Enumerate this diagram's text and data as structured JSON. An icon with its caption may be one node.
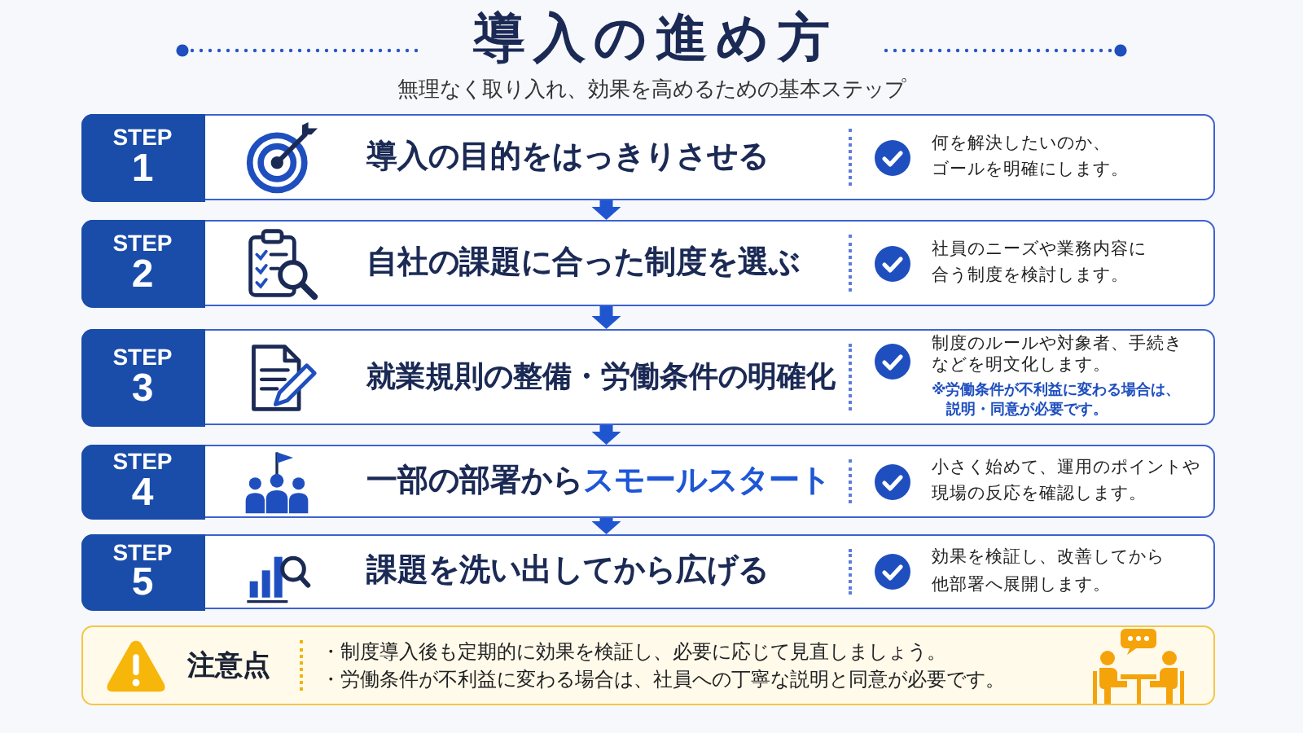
{
  "diagram": {
    "title": "導入の進め方",
    "nodes": [
      {
        "text": [
          "導入の目的をはっきりさせる",
          "何を解決したいのか、ゴールを明確にします。"
        ]
      },
      {
        "text": [
          "STEP",
          "1"
        ],
        "in": 0
      },
      {
        "text": [
          "自社の課題に合った制度を選ぶ",
          "社員のニーズや業務内容に合う制度を検討します。"
        ]
      },
      {
        "text": [
          "STEP",
          "2"
        ],
        "in": 2
      },
      {
        "text": [
          "就業規則の整備・労働条件の明確化",
          "制度のルールや対象者、手続きなどを明文化します。",
          "※労働条件が不利益に変わる場合は、説明・同意が必要です。"
        ]
      },
      {
        "text": [
          "STEP",
          "3"
        ],
        "in": 4
      },
      {
        "text": [
          "一部の部署から**スモールスタート**",
          "小さく始めて、運用のポイントや現場の反応を確認します。"
        ]
      },
      {
        "text": [
          "STEP",
          "4"
        ],
        "in": 6
      },
      {
        "text": [
          "課題を洗い出してから広げる",
          "効果を検証し、改善してから他部署へ展開します。"
        ]
      },
      {
        "text": [
          "STEP",
          "5"
        ],
        "in": 8
      },
      {
        "text": [
          "注意点",
          "・制度導入後も定期的に効果を検証し、必要に応じて見直しましょう。",
          "・労働条件が不利益に変わる場合は、社員への丁寧な説明と同意が必要です。"
        ]
      }
    ],
    "edges": [
      {
        "from": 0,
        "to": 2,
        "arrow": "to"
      },
      {
        "from": 2,
        "to": 4,
        "arrow": "to"
      },
      {
        "from": 4,
        "to": 6,
        "arrow": "to"
      },
      {
        "from": 6,
        "to": 8,
        "arrow": "to"
      }
    ],
    "labels": [
      "無理なく取り入れ、効果を高めるための基本ステップ"
    ]
  }
}
